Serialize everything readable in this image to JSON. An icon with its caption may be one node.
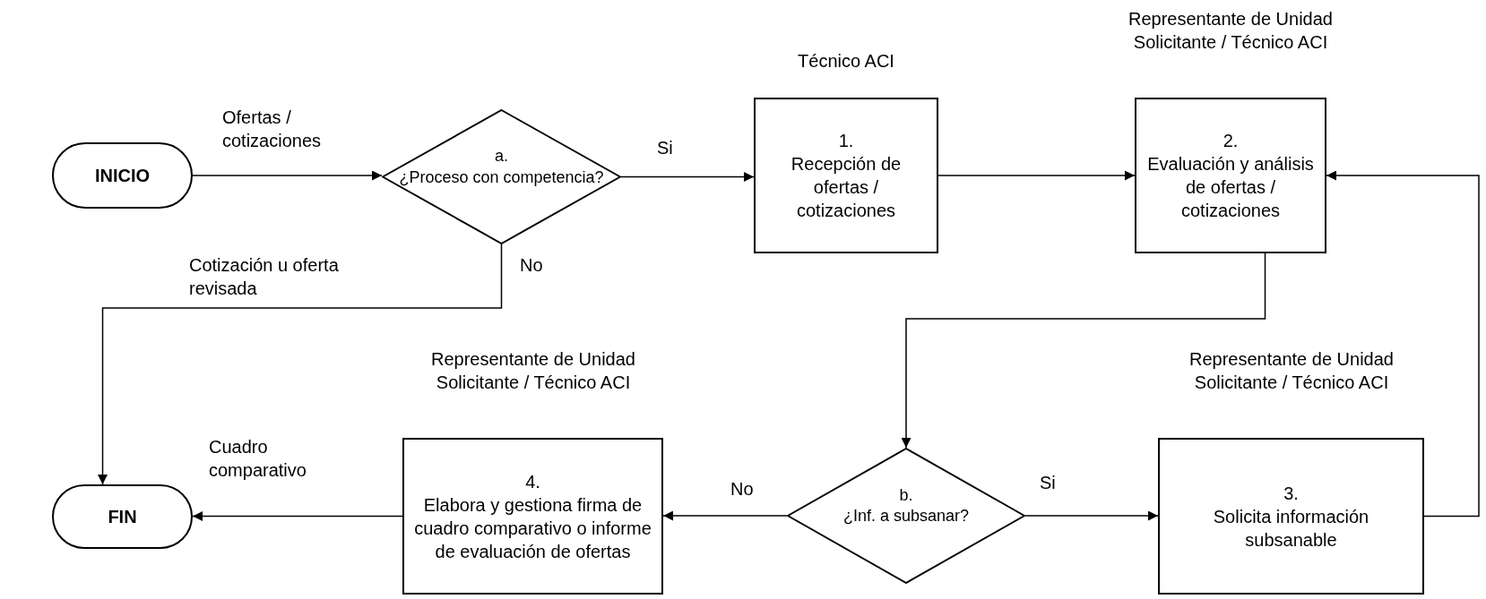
{
  "diagram": {
    "nodes": [
      {
        "text": [
          "INICIO"
        ]
      },
      {
        "text": [
          "a.",
          "¿Proceso con competencia?"
        ]
      },
      {
        "text": [
          "1.",
          "Recepción de ofertas / cotizaciones"
        ],
        "beside": [
          "Técnico ACI"
        ]
      },
      {
        "text": [
          "2.",
          "Evaluación y análisis de ofertas / cotizaciones"
        ],
        "beside": [
          "Representante de Unidad Solicitante / Técnico ACI"
        ]
      },
      {
        "text": [
          "b.",
          "¿Inf. a subsanar?"
        ]
      },
      {
        "text": [
          "3.",
          "Solicita información subsanable"
        ],
        "beside": [
          "Representante de Unidad Solicitante / Técnico ACI"
        ]
      },
      {
        "text": [
          "4.",
          "Elabora y gestiona firma de cuadro comparativo o informe de evaluación de ofertas"
        ],
        "beside": [
          "Representante de Unidad Solicitante / Técnico ACI"
        ]
      },
      {
        "text": [
          "FIN"
        ]
      }
    ],
    "edges": [
      {
        "from": 0,
        "to": 1,
        "arrow": "to",
        "label": "Ofertas / cotizaciones"
      },
      {
        "from": 1,
        "to": 2,
        "arrow": "to",
        "label": "Si"
      },
      {
        "from": 2,
        "to": 3,
        "arrow": "to"
      },
      {
        "from": 3,
        "to": 4,
        "arrow": "to"
      },
      {
        "from": 4,
        "to": 5,
        "arrow": "to",
        "label": "Si"
      },
      {
        "from": 5,
        "to": 3,
        "arrow": "to"
      },
      {
        "from": 4,
        "to": 6,
        "arrow": "to",
        "label": "No"
      },
      {
        "from": 6,
        "to": 7,
        "arrow": "to",
        "label": "Cuadro comparativo"
      },
      {
        "from": 1,
        "to": 7,
        "arrow": "to",
        "label": "No"
      }
    ],
    "labels": [
      "Cotización u oferta revisada"
    ]
  }
}
